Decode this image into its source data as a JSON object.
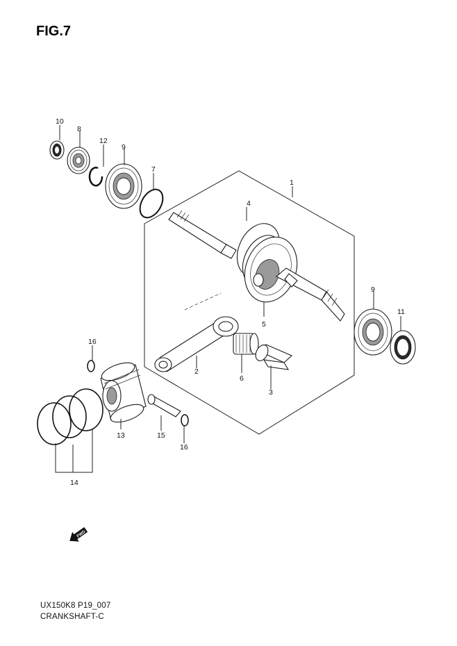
{
  "figure": {
    "title": "FIG.7"
  },
  "footer": {
    "code": "UX150K8 P19_007",
    "name": "CRANKSHAFT-C"
  },
  "arrow": {
    "text": "FWD"
  },
  "callouts": [
    {
      "id": "c1",
      "label": "1"
    },
    {
      "id": "c2",
      "label": "2"
    },
    {
      "id": "c3",
      "label": "3"
    },
    {
      "id": "c4",
      "label": "4"
    },
    {
      "id": "c5",
      "label": "5"
    },
    {
      "id": "c6",
      "label": "6"
    },
    {
      "id": "c7",
      "label": "7"
    },
    {
      "id": "c8",
      "label": "8"
    },
    {
      "id": "c9a",
      "label": "9"
    },
    {
      "id": "c9b",
      "label": "9"
    },
    {
      "id": "c10",
      "label": "10"
    },
    {
      "id": "c11",
      "label": "11"
    },
    {
      "id": "c12",
      "label": "12"
    },
    {
      "id": "c13",
      "label": "13"
    },
    {
      "id": "c14",
      "label": "14"
    },
    {
      "id": "c15",
      "label": "15"
    },
    {
      "id": "c16a",
      "label": "16"
    },
    {
      "id": "c16b",
      "label": "16"
    }
  ]
}
